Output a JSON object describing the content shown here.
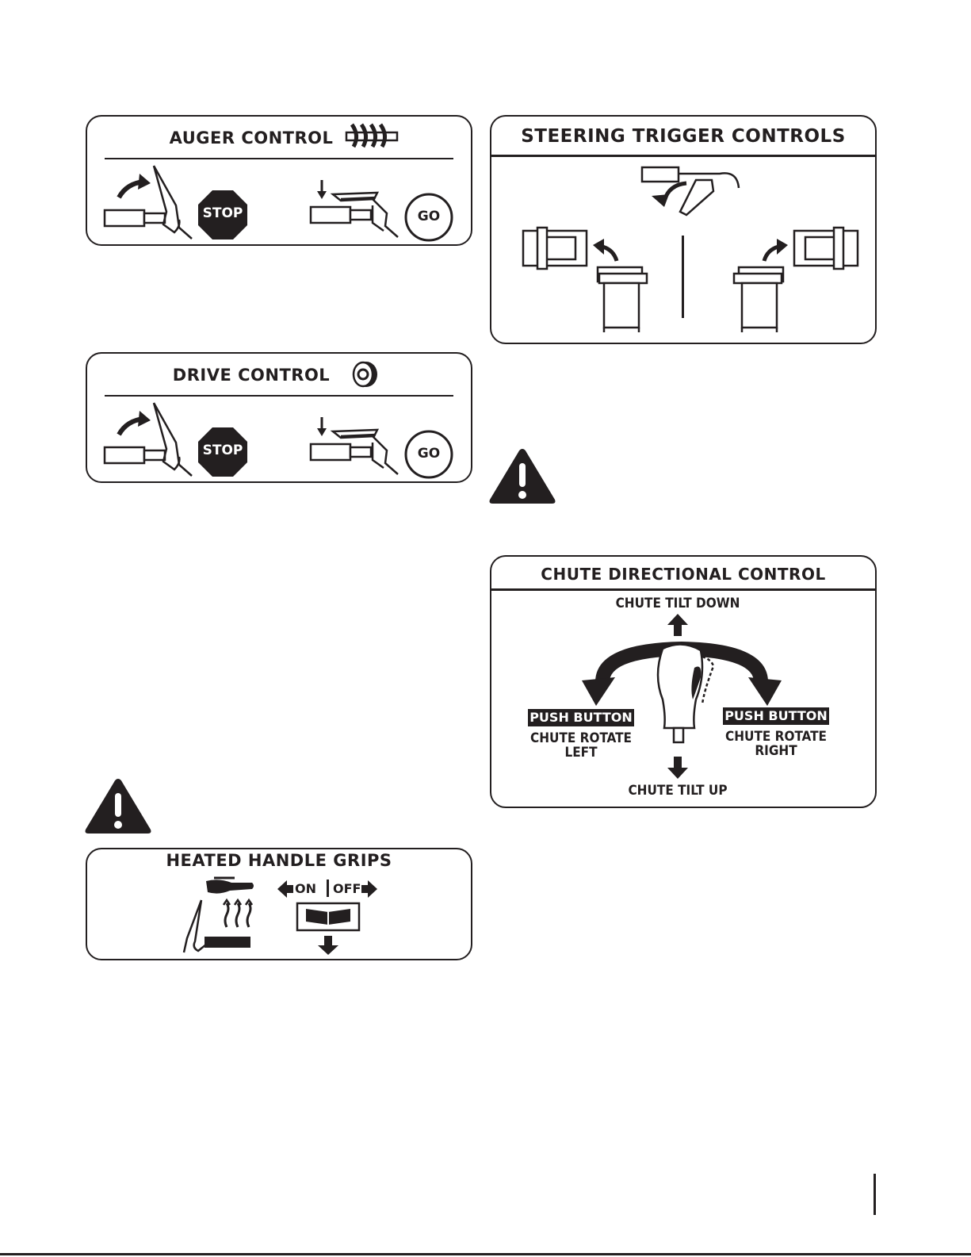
{
  "auger": {
    "title": "AUGER CONTROL",
    "stop": "STOP",
    "go": "GO",
    "icon": "auger-icon"
  },
  "drive": {
    "title": "DRIVE CONTROL",
    "stop": "STOP",
    "go": "GO",
    "icon": "wheel-icon"
  },
  "steering": {
    "title": "STEERING TRIGGER CONTROLS"
  },
  "chute": {
    "title": "CHUTE DIRECTIONAL CONTROL",
    "tilt_down": "CHUTE TILT DOWN",
    "tilt_up": "CHUTE TILT UP",
    "left_button": "PUSH BUTTON",
    "left_line1": "CHUTE ROTATE",
    "left_line2": "LEFT",
    "right_button": "PUSH BUTTON",
    "right_line1": "CHUTE ROTATE",
    "right_line2": "RIGHT"
  },
  "heated": {
    "title": "HEATED HANDLE GRIPS",
    "on": "ON",
    "off": "OFF"
  },
  "icons": [
    "warning-icon",
    "stop-sign-icon",
    "go-circle-icon",
    "arrow-icon",
    "hand-icon",
    "book-icon"
  ],
  "colors": {
    "ink": "#231f20",
    "paper": "#ffffff"
  }
}
